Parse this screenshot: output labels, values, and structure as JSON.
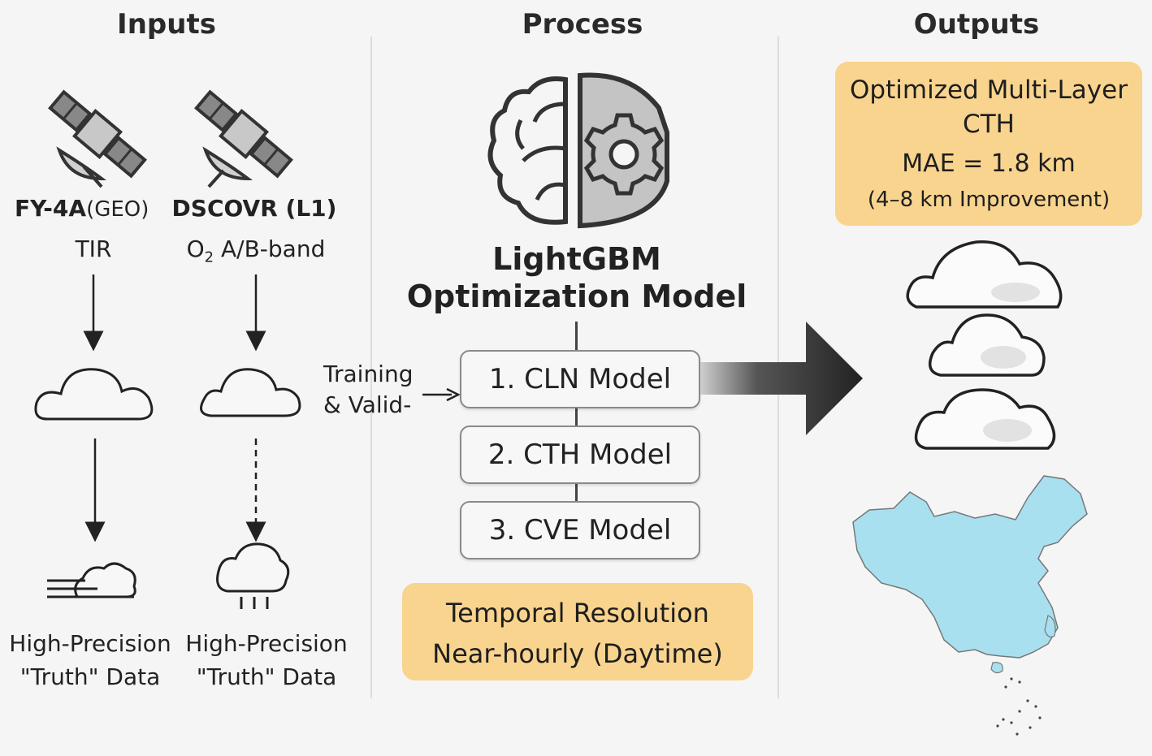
{
  "columns": {
    "inputs": "Inputs",
    "process": "Process",
    "outputs": "Outputs"
  },
  "inputs": {
    "fy4a": {
      "name": "FY-4A",
      "orbit": "(GEO)",
      "band": "TIR"
    },
    "dscovr": {
      "name": "DSCOVR (L1)",
      "band_prefix": "O",
      "band_sub": "2",
      "band_suffix": " A/B-band"
    },
    "truth_line1": "High-Precision",
    "truth_line2": "\"Truth\" Data"
  },
  "process": {
    "model_title_line1": "LightGBM",
    "model_title_line2": "Optimization Model",
    "training_line1": "Training",
    "training_line2": "& Valid-",
    "models": [
      "1. CLN Model",
      "2. CTH Model",
      "3. CVE Model"
    ],
    "temporal_line1": "Temporal Resolution",
    "temporal_line2": "Near-hourly (Daytime)"
  },
  "outputs": {
    "title_line1": "Optimized Multi-Layer",
    "title_line2": "CTH",
    "mae": "MAE = 1.8 km",
    "improvement": "(4–8 km Improvement)"
  },
  "colors": {
    "orange": "#f9d48e",
    "map_blue": "#a8e0f0",
    "arrow_dark": "#2a2a2a"
  }
}
